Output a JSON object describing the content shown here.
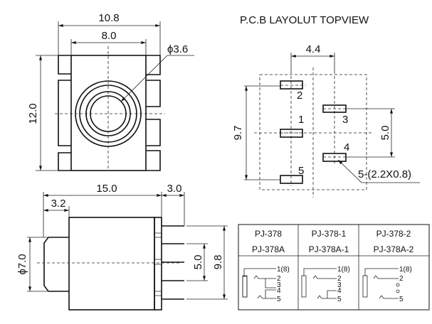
{
  "top_view": {
    "width_outer": "10.8",
    "width_inner": "8.0",
    "hole_dia": "ϕ3.6",
    "height": "12.0"
  },
  "pcb": {
    "title": "P.C.B LAYOLUT  TOPVIEW",
    "pitch_x": "4.4",
    "span_y": "9.7",
    "span_right": "5.0",
    "pad_spec": "5-(2.2X0.8)",
    "pins": [
      "1",
      "2",
      "3",
      "4",
      "5"
    ]
  },
  "side_view": {
    "length": "15.0",
    "pin_len": "3.0",
    "nose_len": "3.2",
    "nose_dia": "ϕ7.0",
    "pin_span_inner": "5.0",
    "pin_span_outer": "9.8"
  },
  "table": {
    "row1": [
      "PJ-378",
      "PJ-378-1",
      "PJ-378-2"
    ],
    "row2": [
      "PJ-378A",
      "PJ-378A-1",
      "PJ-378A-2"
    ],
    "pins_full": [
      "1(8)",
      "2",
      "3",
      "4",
      "5"
    ]
  }
}
